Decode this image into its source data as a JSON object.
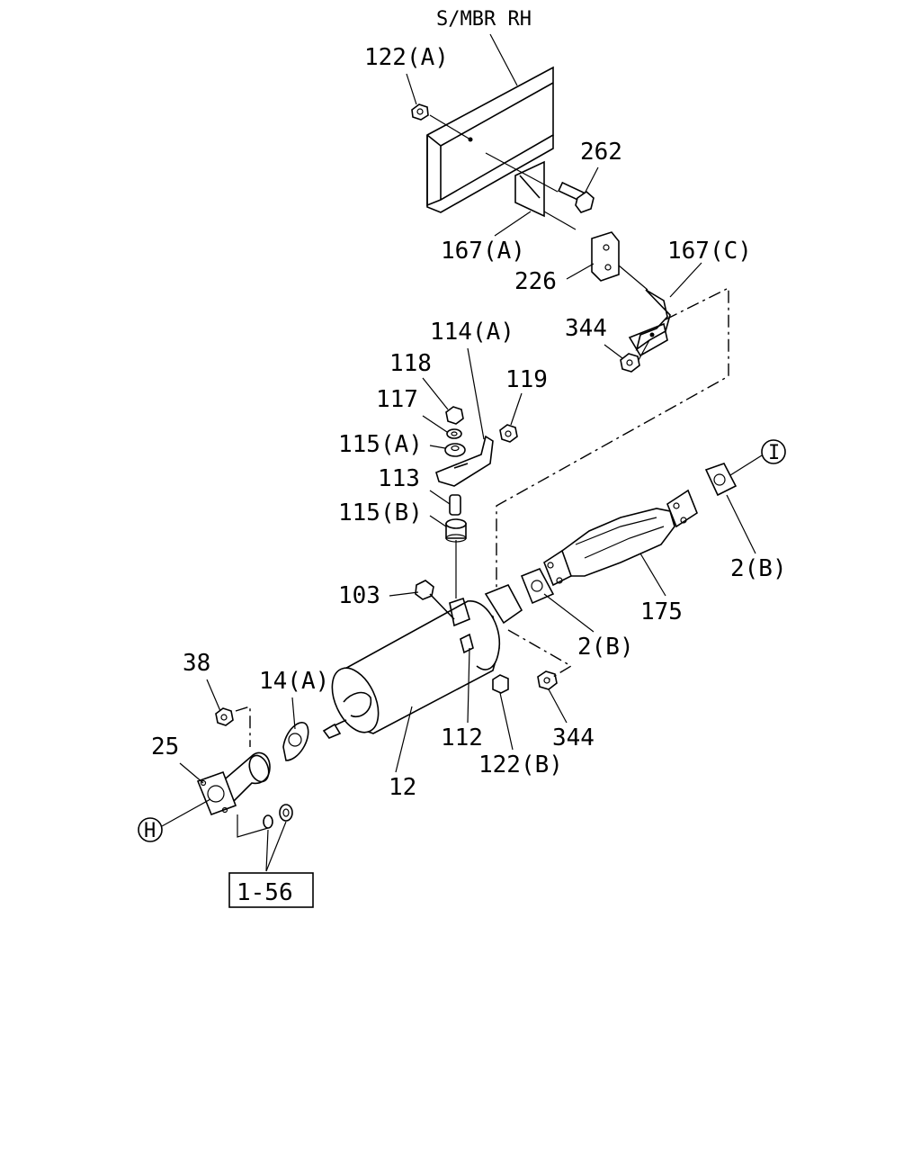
{
  "frame_label": "S/MBR RH",
  "callouts": {
    "c122a": "122(A)",
    "c262": "262",
    "c167a": "167(A)",
    "c226": "226",
    "c167c": "167(C)",
    "c344_top": "344",
    "c114a": "114(A)",
    "c118": "118",
    "c117": "117",
    "c119": "119",
    "c115a": "115(A)",
    "c113": "113",
    "c115b": "115(B)",
    "c2b_right": "2(B)",
    "c175": "175",
    "c103": "103",
    "c2b_mid": "2(B)",
    "c38": "38",
    "c14a": "14(A)",
    "c25": "25",
    "c112": "112",
    "c344_bottom": "344",
    "c122b": "122(B)",
    "c12": "12"
  },
  "connectors": {
    "I": "I",
    "H": "H"
  },
  "reference_box": "1-56"
}
